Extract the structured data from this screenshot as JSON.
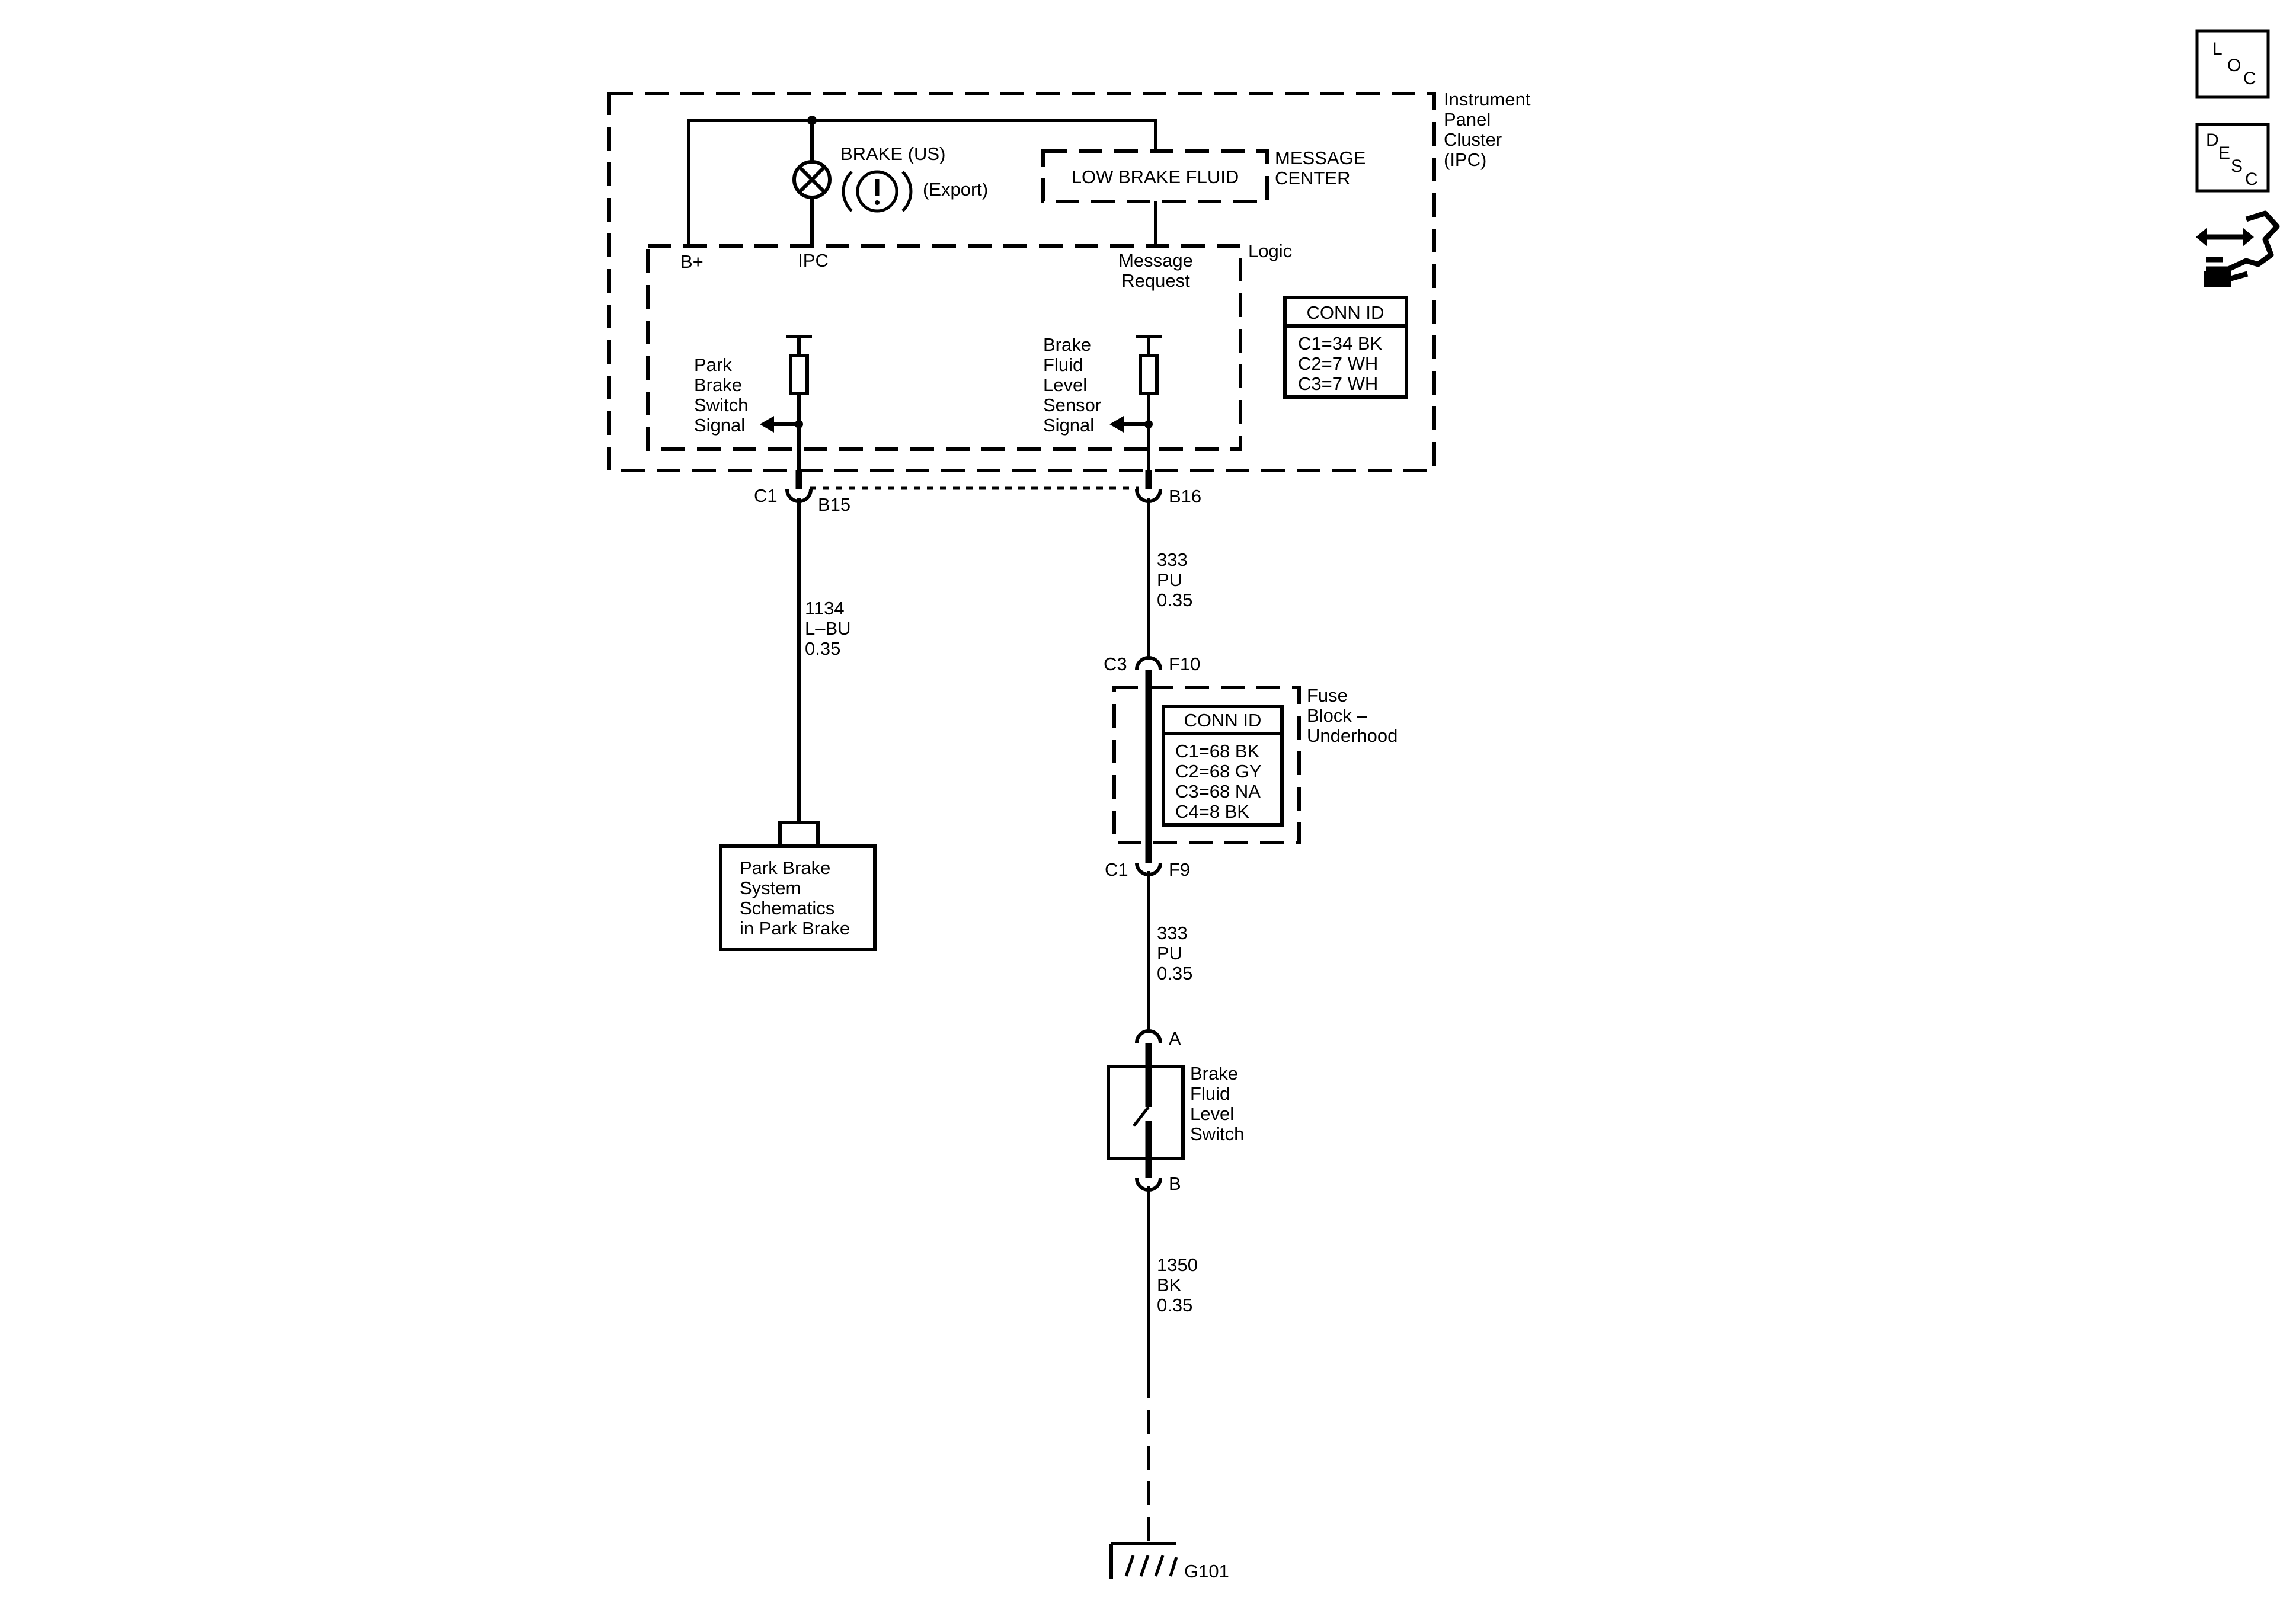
{
  "ipc": {
    "title_lines": [
      "Instrument",
      "Panel",
      "Cluster",
      "(IPC)"
    ],
    "brake_us": "BRAKE (US)",
    "export": "(Export)",
    "message_center_text": "LOW BRAKE FLUID",
    "message_center_label_lines": [
      "MESSAGE",
      "CENTER"
    ],
    "b_plus": "B+",
    "ipc_label": "IPC",
    "message_request_lines": [
      "Message",
      "Request"
    ],
    "logic": "Logic",
    "park_brake_signal_lines": [
      "Park",
      "Brake",
      "Switch",
      "Signal"
    ],
    "fluid_level_signal_lines": [
      "Brake",
      "Fluid",
      "Level",
      "Sensor",
      "Signal"
    ],
    "conn_id_title": "CONN ID",
    "conn_id_lines": [
      "C1=34 BK",
      "C2=7 WH",
      "C3=7 WH"
    ]
  },
  "connectors": {
    "c1": "C1",
    "b15": "B15",
    "b16": "B16",
    "c3": "C3",
    "f10": "F10",
    "c1_fuse": "C1",
    "f9": "F9",
    "a": "A",
    "b": "B"
  },
  "wires": {
    "park_brake": [
      "1134",
      "L–BU",
      "0.35"
    ],
    "ipc_to_fuse": [
      "333",
      "PU",
      "0.35"
    ],
    "fuse_to_switch": [
      "333",
      "PU",
      "0.35"
    ],
    "switch_to_ground": [
      "1350",
      "BK",
      "0.35"
    ]
  },
  "fuse_block": {
    "label_lines": [
      "Fuse",
      "Block –",
      "Underhood"
    ],
    "conn_id_title": "CONN ID",
    "conn_id_lines": [
      "C1=68 BK",
      "C2=68 GY",
      "C3=68 NA",
      "C4=8 BK"
    ]
  },
  "park_brake_ref": {
    "lines": [
      "Park Brake",
      "System",
      "Schematics",
      "in Park Brake"
    ]
  },
  "switch": {
    "label_lines": [
      "Brake",
      "Fluid",
      "Level",
      "Switch"
    ]
  },
  "ground": {
    "label": "G101"
  },
  "side_buttons": {
    "loc": [
      "L",
      "O",
      "C"
    ],
    "desc": [
      "D",
      "E",
      "S",
      "C"
    ]
  }
}
